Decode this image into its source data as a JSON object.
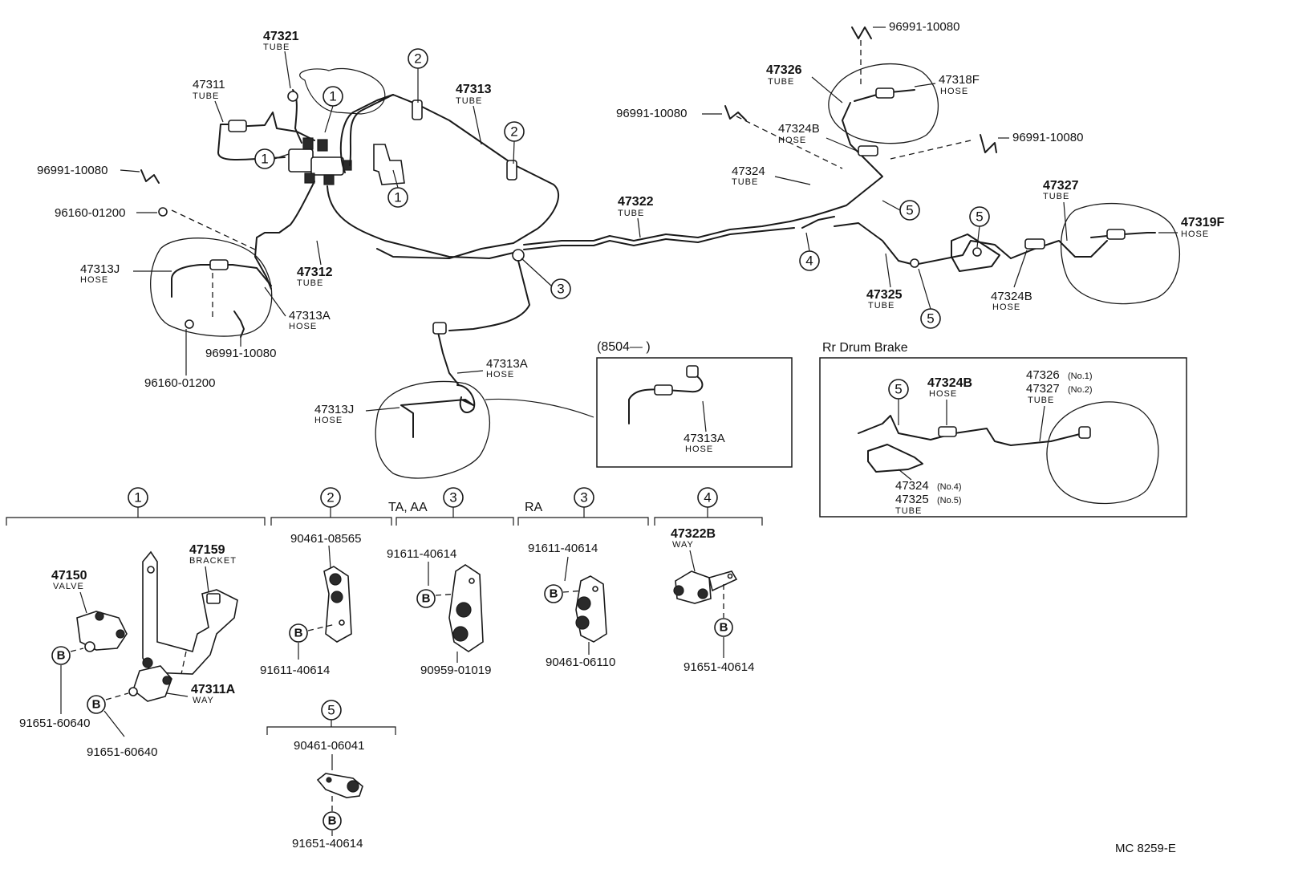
{
  "labels": {
    "p47321": "47321",
    "p47321_t": "TUBE",
    "p47311": "47311",
    "p47311_t": "TUBE",
    "p47313": "47313",
    "p47313_t": "TUBE",
    "c96991_a": "96991-10080",
    "c96991_b": "96991-10080",
    "c96991_c": "96991-10080",
    "c96991_d": "96991-10080",
    "c96991_e": "96991-10080",
    "p47326": "47326",
    "p47326_t": "TUBE",
    "p47318f": "47318F",
    "p47318f_t": "HOSE",
    "p47324b_top": "47324B",
    "p47324b_top_t": "HOSE",
    "p47324": "47324",
    "p47324_t": "TUBE",
    "c96160_a": "96160-01200",
    "c96160_b": "96160-01200",
    "p47322": "47322",
    "p47322_t": "TUBE",
    "p47327": "47327",
    "p47327_t": "TUBE",
    "p47319f": "47319F",
    "p47319f_t": "HOSE",
    "p47313j_l": "47313J",
    "p47313j_l_t": "HOSE",
    "p47312": "47312",
    "p47312_t": "TUBE",
    "p47313a_l": "47313A",
    "p47313a_l_t": "HOSE",
    "p47325": "47325",
    "p47325_t": "TUBE",
    "p47324b_r": "47324B",
    "p47324b_r_t": "HOSE",
    "p47313a_c": "47313A",
    "p47313a_c_t": "HOSE",
    "p47313j_c": "47313J",
    "p47313j_c_t": "HOSE",
    "inset_date": "(8504—          )",
    "p47313a_in": "47313A",
    "p47313a_in_t": "HOSE",
    "drum_title": "Rr Drum Brake",
    "drum_47324b": "47324B",
    "drum_47324b_t": "HOSE",
    "drum_47326": "47326",
    "drum_47326_n": "(No.1)",
    "drum_47327": "47327",
    "drum_47327_n": "(No.2)",
    "drum_tube": "TUBE",
    "drum_47324": "47324",
    "drum_47324_n": "(No.4)",
    "drum_47325": "47325",
    "drum_47325_n": "(No.5)",
    "drum_tube2": "TUBE",
    "g1_47159": "47159",
    "g1_47159_t": "BRACKET",
    "g1_47150": "47150",
    "g1_47150_t": "VALVE",
    "g1_47311a": "47311A",
    "g1_47311a_t": "WAY",
    "g1_91651a": "91651-60640",
    "g1_91651b": "91651-60640",
    "g2_90461": "90461-08565",
    "g2_91611": "91611-40614",
    "g3a_title": "TA, AA",
    "g3a_91611": "91611-40614",
    "g3a_90959": "90959-01019",
    "g3b_title": "RA",
    "g3b_91611": "91611-40614",
    "g3b_90461": "90461-06110",
    "g4_47322b": "47322B",
    "g4_47322b_t": "WAY",
    "g4_91651": "91651-40614",
    "g5_90461": "90461-06041",
    "g5_91651": "91651-40614",
    "ref_code": "MC  8259-E"
  },
  "callouts": {
    "n1": "1",
    "n2": "2",
    "n3": "3",
    "n4": "4",
    "n5": "5",
    "bolt": "B"
  }
}
